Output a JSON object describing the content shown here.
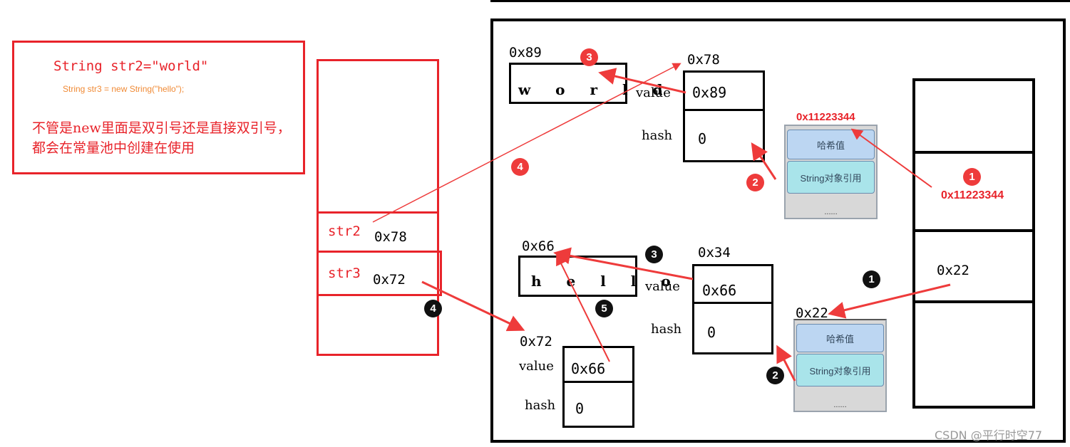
{
  "code": {
    "line1": "String str2=\"world\"",
    "line2": "String str3 = new String(\"hello\");",
    "note": "不管是new里面是双引号还是直接双引号，都会在常量池中创建在使用"
  },
  "stack": {
    "str2": {
      "name": "str2",
      "value": "0x78"
    },
    "str3": {
      "name": "str3",
      "value": "0x72"
    }
  },
  "world_chars": {
    "addr": "0x89",
    "text": "w o r l d"
  },
  "world_obj": {
    "addr": "0x78",
    "value_label": "value",
    "value": "0x89",
    "hash_label": "hash",
    "hash": "0"
  },
  "world_card": {
    "addr": "0x11223344",
    "row1": "哈希值",
    "row2": "String对象引用",
    "dots": "......"
  },
  "hello_chars": {
    "addr": "0x66",
    "text": "h e l l o"
  },
  "hello_obj": {
    "addr": "0x34",
    "value_label": "value",
    "value": "0x66",
    "hash_label": "hash",
    "hash": "0"
  },
  "new_obj": {
    "addr": "0x72",
    "value_label": "value",
    "value": "0x66",
    "hash_label": "hash",
    "hash": "0"
  },
  "hello_card": {
    "addr": "0x22",
    "row1": "哈希值",
    "row2": "String对象引用",
    "dots": "......"
  },
  "table": {
    "cell1": "0x11223344",
    "cell2": "0x22"
  },
  "markers": {
    "red": [
      "1",
      "2",
      "3",
      "4"
    ],
    "black": [
      "1",
      "2",
      "3",
      "4",
      "5"
    ]
  },
  "watermark": "CSDN @平行时空77",
  "colors": {
    "accent": "#e8232a",
    "outline": "#000000"
  }
}
